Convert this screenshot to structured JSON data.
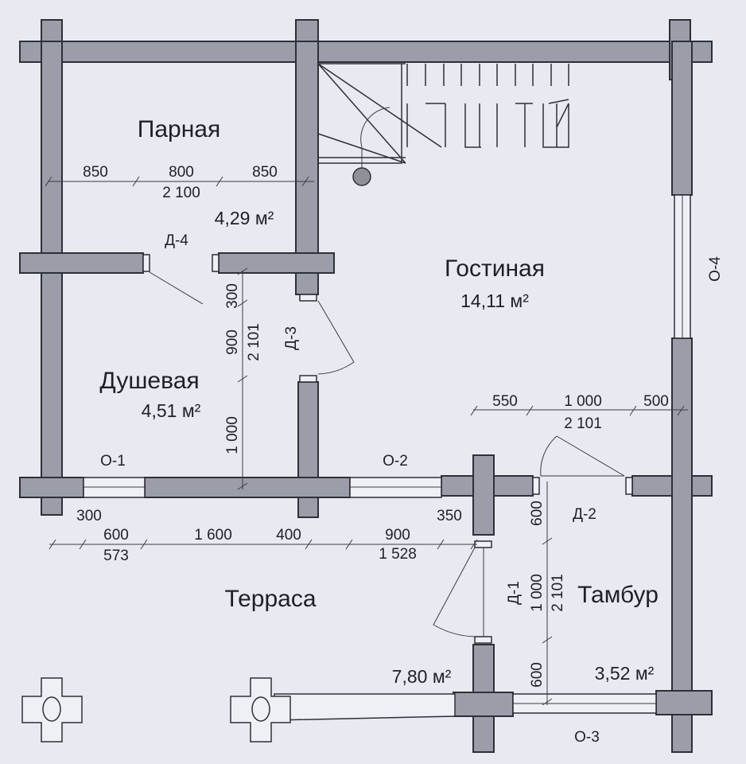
{
  "rooms": {
    "parnaya": {
      "name": "Парная",
      "area": "4,29 м²"
    },
    "gostinaya": {
      "name": "Гостиная",
      "area": "14,11 м²"
    },
    "dushevaya": {
      "name": "Душевая",
      "area": "4,51 м²"
    },
    "terrasa": {
      "name": "Терраса",
      "area": "7,80 м²"
    },
    "tambur": {
      "name": "Тамбур",
      "area": "3,52 м²"
    }
  },
  "openings": {
    "d1": "Д-1",
    "d2": "Д-2",
    "d3": "Д-3",
    "d4": "Д-4",
    "o1": "О-1",
    "o2": "О-2",
    "o3": "О-3",
    "o4": "О-4"
  },
  "dimensions": {
    "parnaya_row": [
      "850",
      "800",
      "850"
    ],
    "parnaya_door_height": "2 100",
    "dushevaya_col": [
      "300",
      "900",
      "1 000"
    ],
    "dushevaya_door_height": "2 101",
    "gostinaya_row": [
      "550",
      "1 000",
      "500"
    ],
    "gostinaya_door_height": "2 101",
    "bottom_row": [
      "300",
      "600",
      "1 600",
      "400",
      "900",
      "350"
    ],
    "bottom_row_sub": [
      "573",
      "1 528"
    ],
    "tambur_col": [
      "600",
      "1 000",
      "600"
    ],
    "tambur_door_height": "2 101"
  }
}
